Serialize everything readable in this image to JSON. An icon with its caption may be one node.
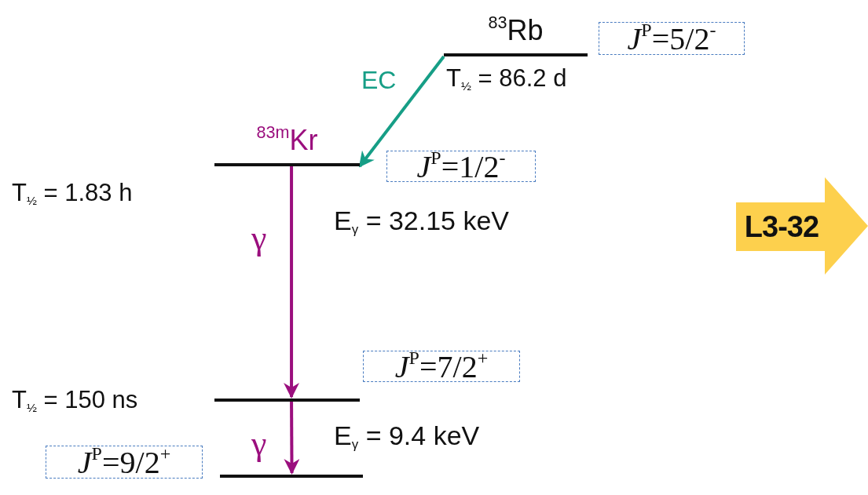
{
  "diagram": {
    "nodes": [
      {
        "text": [
          "$^{83}$Rb"
        ],
        "beside": [
          "T$_{½}$ = 86.2 d"
        ]
      },
      {
        "text": [
          "$^{83m}$Kr"
        ],
        "beside": [
          "T$_{½}$ = 1.83 h"
        ]
      },
      {
        "text": [],
        "shape": "bar"
      },
      {
        "text": [],
        "shape": "bar"
      },
      {
        "text": [
          "*J*$^{P}$=5/2$^{-}$"
        ]
      },
      {
        "text": [
          "*J*$^{P}$=1/2$^{-}$"
        ]
      },
      {
        "text": [
          "*J*$^{P}$=7/2$^{+}$"
        ]
      },
      {
        "text": [
          "*J*$^{P}$=9/2$^{+}$"
        ]
      },
      {
        "text": [
          "L3-32"
        ]
      }
    ],
    "edges": [
      {
        "from": 0,
        "to": 1,
        "arrow": "to",
        "label": "EC",
        "color": "#169e86"
      },
      {
        "from": 1,
        "to": 2,
        "arrow": "to",
        "label": "γ"
      },
      {
        "from": 2,
        "to": 3,
        "arrow": "to",
        "label": "γ"
      }
    ],
    "labels": [
      "E$_{γ}$ = 32.15 keV",
      "T$_{½}$ = 150 ns",
      "E$_{γ}$ = 9.4 keV"
    ]
  }
}
